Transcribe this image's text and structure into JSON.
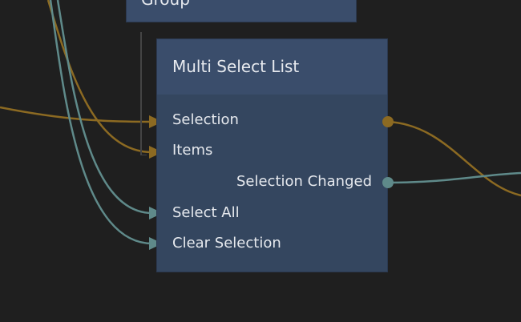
{
  "group_node": {
    "title": "Group"
  },
  "node": {
    "title": "Multi Select List",
    "inputs": [
      {
        "label": "Selection",
        "type": "signal-value"
      },
      {
        "label": "Items",
        "type": "signal-value"
      },
      {
        "label": "Select All",
        "type": "signal"
      },
      {
        "label": "Clear Selection",
        "type": "signal"
      }
    ],
    "outputs": [
      {
        "label": "Selection Changed",
        "type": "signal"
      }
    ]
  },
  "colors": {
    "value_wire": "#8c6a22",
    "signal_wire": "#5f8a8a",
    "node_header": "#3a4d6b",
    "node_body": "#34465f",
    "canvas": "#1f1f1f"
  }
}
